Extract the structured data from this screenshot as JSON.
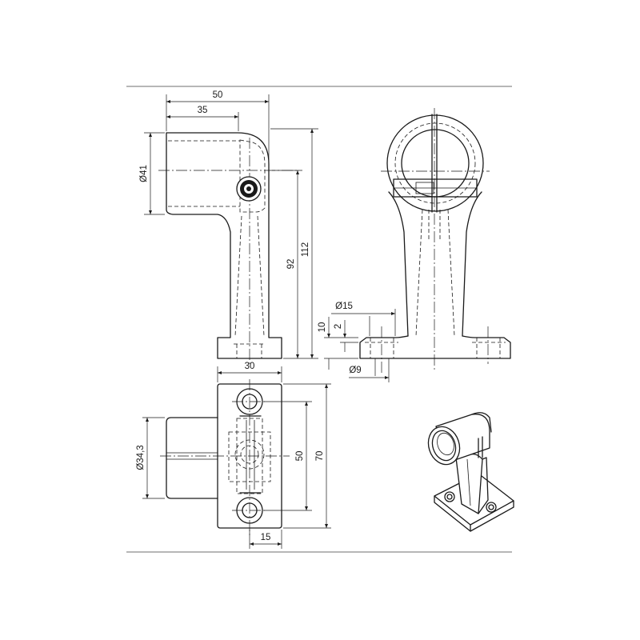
{
  "dimensions": {
    "width_overall": "50",
    "width_tube": "35",
    "tube_diameter": "Ø41",
    "height_axis": "92",
    "height_overall": "112",
    "hole_counterbore": "Ø15",
    "base_thickness": "10",
    "counterbore_depth": "2",
    "hole_diameter": "Ø9",
    "base_width": "30",
    "bore_diameter": "Ø34,3",
    "hole_spacing": "50",
    "base_length": "70",
    "hole_offset": "15"
  },
  "views": [
    "front-view",
    "side-view",
    "top-view",
    "isometric-view"
  ]
}
